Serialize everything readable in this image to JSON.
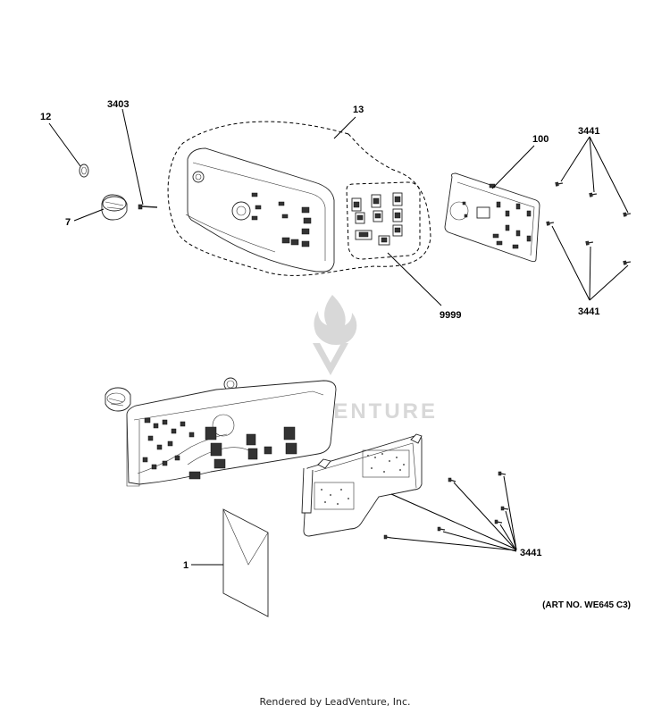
{
  "callouts": {
    "c12": "12",
    "c3403": "3403",
    "c13": "13",
    "c100": "100",
    "c3441_top": "3441",
    "c7": "7",
    "c3441_right": "3441",
    "c9999": "9999",
    "c1": "1",
    "c3441_bottom": "3441"
  },
  "watermark_text": "LEADVENTURE",
  "art_number": "(ART NO. WE645 C3)",
  "footer_text": "Rendered by LeadVenture, Inc."
}
